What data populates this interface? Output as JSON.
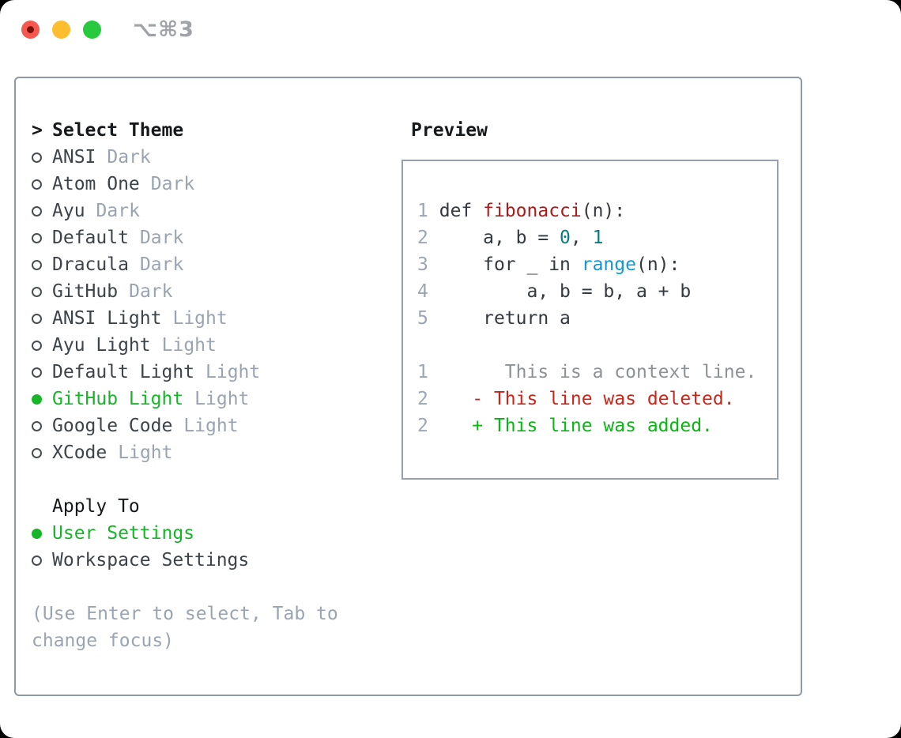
{
  "window": {
    "titlebar": {
      "shortcut_label": "⌥⌘3"
    }
  },
  "colors": {
    "accent_green": "#17b529",
    "function_red": "#a81c1c",
    "number_teal": "#0a7c80",
    "builtin_blue": "#1297d8",
    "context_gray": "#8d9196",
    "deleted_red": "#c9261a",
    "added_green": "#0bb515",
    "line_number": "#9aa6b4",
    "muted": "#9aa4b0",
    "label": "#3c4349",
    "header": "#16191c",
    "code_fg": "#33393e",
    "border_main": "#8d99a6",
    "border_preview": "#96a1ad",
    "titlebar_text": "#9fa2a6",
    "traffic_red": "#f6574e",
    "traffic_red_dot": "#7a100c",
    "traffic_yellow": "#fcbd2f",
    "traffic_green": "#27c93f"
  },
  "theme_picker": {
    "prompt": ">",
    "title": "Select Theme",
    "items": [
      {
        "name": "ANSI",
        "variant": "Dark",
        "selected": false
      },
      {
        "name": "Atom One",
        "variant": "Dark",
        "selected": false
      },
      {
        "name": "Ayu",
        "variant": "Dark",
        "selected": false
      },
      {
        "name": "Default",
        "variant": "Dark",
        "selected": false
      },
      {
        "name": "Dracula",
        "variant": "Dark",
        "selected": false
      },
      {
        "name": "GitHub",
        "variant": "Dark",
        "selected": false
      },
      {
        "name": "ANSI Light",
        "variant": "Light",
        "selected": false
      },
      {
        "name": "Ayu Light",
        "variant": "Light",
        "selected": false
      },
      {
        "name": "Default Light",
        "variant": "Light",
        "selected": false
      },
      {
        "name": "GitHub Light",
        "variant": "Light",
        "selected": true
      },
      {
        "name": "Google Code",
        "variant": "Light",
        "selected": false
      },
      {
        "name": "XCode",
        "variant": "Light",
        "selected": false
      }
    ]
  },
  "apply_to": {
    "title": "Apply To",
    "options": [
      {
        "label": "User Settings",
        "selected": true
      },
      {
        "label": "Workspace Settings",
        "selected": false
      }
    ]
  },
  "hint": "(Use Enter to select, Tab to change focus)",
  "preview": {
    "title": "Preview",
    "lines": [
      {
        "num": "1",
        "tokens": [
          {
            "t": "def ",
            "c": "fg"
          },
          {
            "t": "fibonacci",
            "c": "func"
          },
          {
            "t": "(n):",
            "c": "fg"
          }
        ]
      },
      {
        "num": "2",
        "tokens": [
          {
            "t": "    a, b = ",
            "c": "fg"
          },
          {
            "t": "0",
            "c": "num"
          },
          {
            "t": ", ",
            "c": "fg"
          },
          {
            "t": "1",
            "c": "num"
          }
        ]
      },
      {
        "num": "3",
        "tokens": [
          {
            "t": "    for _ in ",
            "c": "fg"
          },
          {
            "t": "range",
            "c": "builtin"
          },
          {
            "t": "(n):",
            "c": "fg"
          }
        ]
      },
      {
        "num": "4",
        "tokens": [
          {
            "t": "        a, b = b, a + b",
            "c": "fg"
          }
        ]
      },
      {
        "num": "5",
        "tokens": [
          {
            "t": "    return a",
            "c": "fg"
          }
        ]
      },
      {
        "num": "",
        "tokens": []
      },
      {
        "num": "1",
        "tokens": [
          {
            "t": "      This is a context line.",
            "c": "context"
          }
        ]
      },
      {
        "num": "2",
        "tokens": [
          {
            "t": "   - This line was deleted.",
            "c": "deleted"
          }
        ]
      },
      {
        "num": "2",
        "tokens": [
          {
            "t": "   + This line was added.",
            "c": "added"
          }
        ]
      }
    ]
  }
}
